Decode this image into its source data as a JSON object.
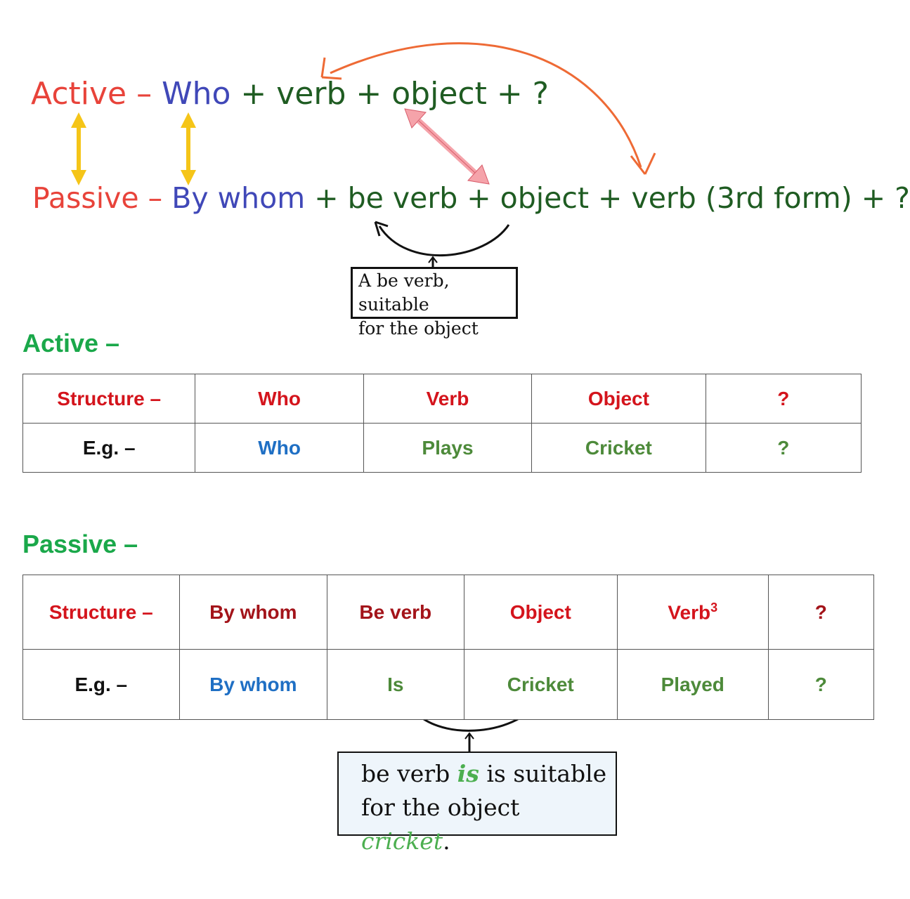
{
  "formula": {
    "active_label": "Active",
    "active_dash": "–",
    "active_who": "Who",
    "active_rest": "+ verb + object + ?",
    "passive_label": "Passive",
    "passive_dash": "–",
    "passive_by_whom": "By whom",
    "passive_rest": "+ be verb + object + verb (3rd form) + ?"
  },
  "note_top": {
    "line1": "A be verb, suitable",
    "line2": "for the object"
  },
  "active_section": {
    "title": "Active –",
    "headers": [
      "Structure –",
      "Who",
      "Verb",
      "Object",
      "?"
    ],
    "example": [
      "E.g. –",
      "Who",
      "Plays",
      "Cricket",
      "?"
    ]
  },
  "passive_section": {
    "title": "Passive –",
    "headers": [
      "Structure –",
      "By whom",
      "Be verb",
      "Object",
      "Verb",
      "?"
    ],
    "verb_superscript": "3",
    "example": [
      "E.g. –",
      "By whom",
      "Is",
      "Cricket",
      "Played",
      "?"
    ]
  },
  "note_bottom": {
    "pre": "be verb",
    "highlight1": "is",
    "mid": "is suitable",
    "line2_pre": "for the object",
    "highlight2": "cricket",
    "end": "."
  },
  "colors": {
    "red": "#e8433a",
    "blue": "#4048b8",
    "dark_green": "#1f5c22",
    "title_green": "#1aa84a",
    "header_red": "#d4141c",
    "orange_arrow": "#ee6a35",
    "yellow_arrow": "#f5c518",
    "pink_arrow": "#f5a3aa"
  }
}
